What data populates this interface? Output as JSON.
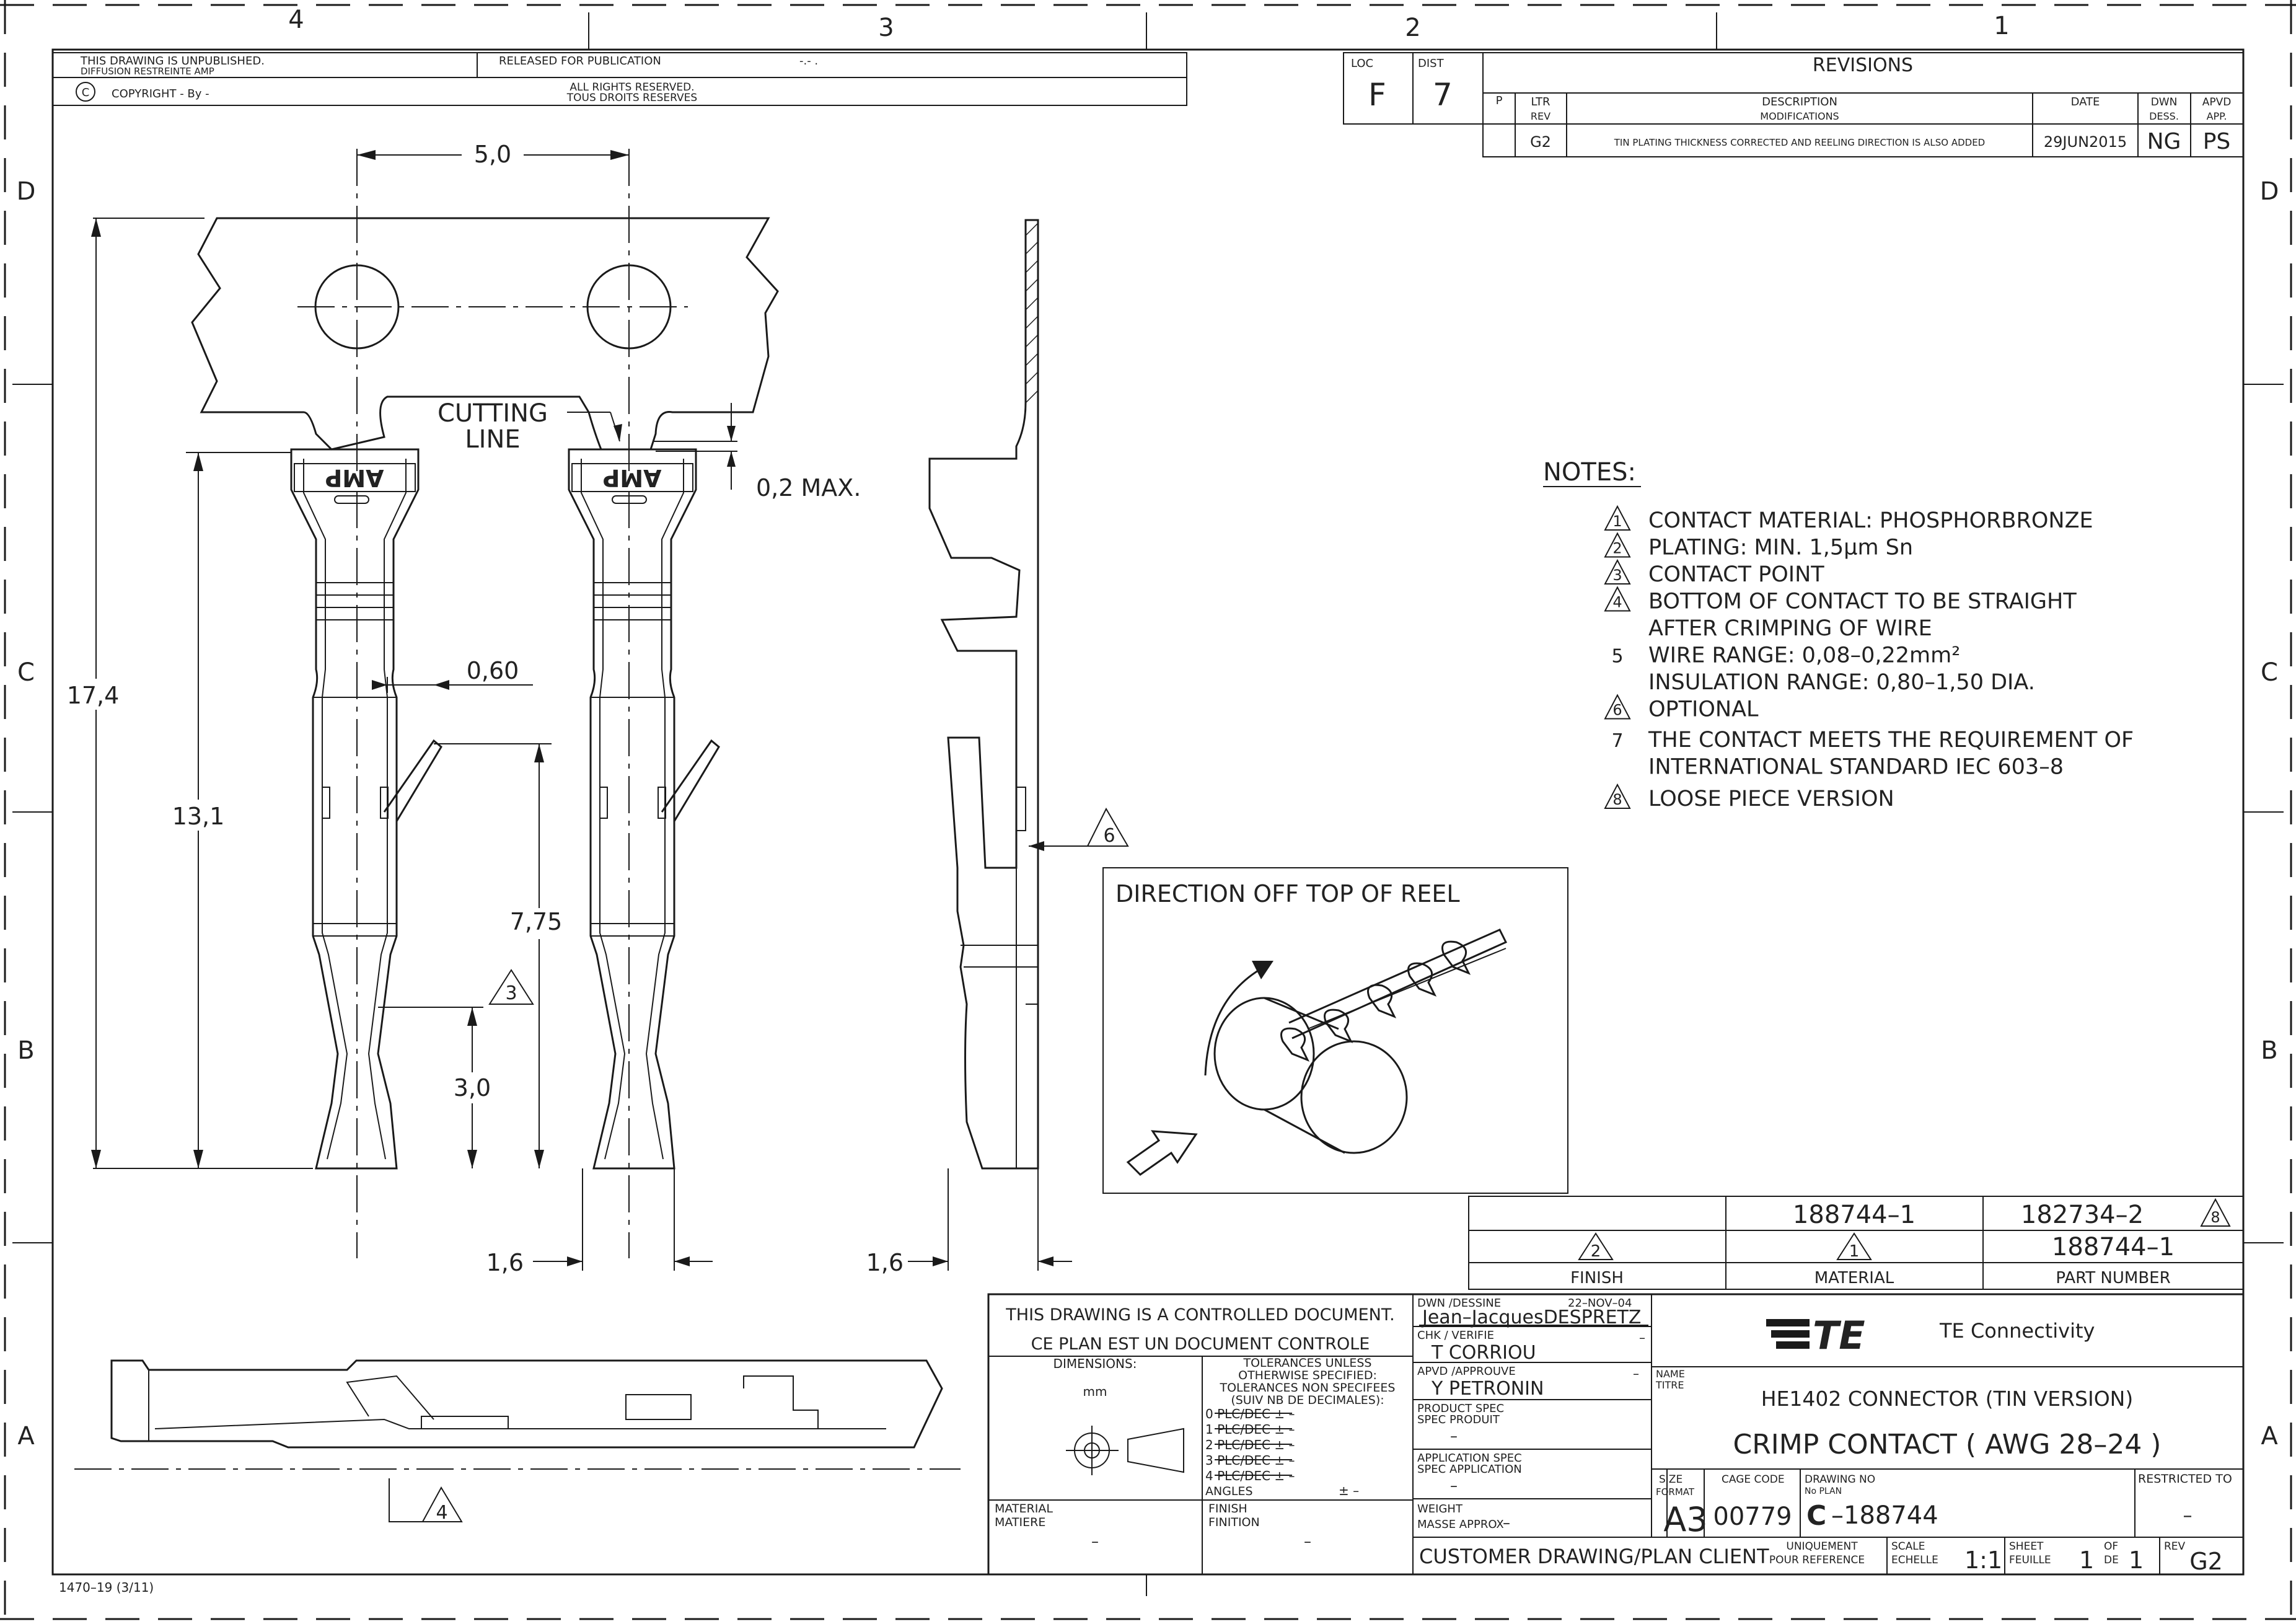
{
  "zones": {
    "columns": [
      "4",
      "3",
      "2",
      "1"
    ],
    "rows": [
      "D",
      "C",
      "B",
      "A"
    ]
  },
  "header": {
    "unpublished": "THIS DRAWING IS UNPUBLISHED.",
    "diffusion": "DIFFUSION RESTREINTE AMP",
    "released": "RELEASED FOR PUBLICATION",
    "released_value": "-.-  .",
    "copyright_symbol": "C",
    "copyright": "COPYRIGHT  -    By -",
    "rights_1": "ALL RIGHTS RESERVED.",
    "rights_2": "TOUS DROITS RESERVES",
    "loc_label": "LOC",
    "loc_value": "F",
    "dist_label": "DIST",
    "dist_value": "7"
  },
  "revisions": {
    "title": "REVISIONS",
    "p": "P",
    "ltr": "LTR",
    "rev": "REV",
    "desc_1": "DESCRIPTION",
    "desc_2": "MODIFICATIONS",
    "date": "DATE",
    "dwn_1": "DWN",
    "dwn_2": "DESS.",
    "apvd_1": "APVD",
    "apvd_2": "APP.",
    "row": {
      "ltr": "G2",
      "description": "TIN PLATING THICKNESS CORRECTED AND REELING DIRECTION IS ALSO ADDED",
      "date": "29JUN2015",
      "dwn": "NG",
      "apvd": "PS"
    }
  },
  "dimensions": {
    "top_width": "5,0",
    "cutting_line_1": "CUTTING",
    "cutting_line_2": "LINE",
    "max": "0,2  MAX.",
    "overall_length": "17,4",
    "contact_length": "13,1",
    "slot": "0,60",
    "lance": "7,75",
    "contact_point": "3,0",
    "left_pitch": "1,6",
    "side_pitch": "1,6",
    "note_3": "3",
    "note_4": "4",
    "note_6": "6",
    "stamp": "AMP"
  },
  "reel": {
    "title": "DIRECTION OFF TOP OF REEL"
  },
  "notes": {
    "title": "NOTES:",
    "items": [
      {
        "num": "1",
        "tri": true,
        "text": "CONTACT  MATERIAL:  PHOSPHORBRONZE"
      },
      {
        "num": "2",
        "tri": true,
        "text": "PLATING:  MIN.   1,5μm  Sn"
      },
      {
        "num": "3",
        "tri": true,
        "text": "CONTACT  POINT"
      },
      {
        "num": "4",
        "tri": true,
        "text": "BOTTOM  OF  CONTACT  TO  BE  STRAIGHT"
      },
      {
        "num": "",
        "tri": false,
        "text": "AFTER  CRIMPING  OF  WIRE"
      },
      {
        "num": "5",
        "tri": false,
        "text": "WIRE  RANGE:  0,08–0,22mm²"
      },
      {
        "num": "",
        "tri": false,
        "text": "INSULATION  RANGE:  0,80–1,50  DIA."
      },
      {
        "num": "6",
        "tri": true,
        "text": "OPTIONAL"
      },
      {
        "num": "7",
        "tri": false,
        "text": "THE  CONTACT  MEETS  THE  REQUIREMENT  OF"
      },
      {
        "num": "",
        "tri": false,
        "text": "INTERNATIONAL  STANDARD  IEC  603–8"
      },
      {
        "num": "8",
        "tri": true,
        "text": "LOOSE  PIECE  VERSION"
      }
    ]
  },
  "part_table": {
    "col_a": "188744–1",
    "col_b": "182734–2",
    "col_b_note": "8",
    "row2_part": "188744–1",
    "finish_tri": "2",
    "material_tri": "1",
    "finish": "FINISH",
    "material": "MATERIAL",
    "part_number": "PART  NUMBER"
  },
  "title_block": {
    "controlled_1": "THIS  DRAWING  IS  A  CONTROLLED  DOCUMENT.",
    "controlled_2": "CE  PLAN  EST  UN  DOCUMENT  CONTROLE",
    "dimensions_label": "DIMENSIONS:",
    "units": "mm",
    "tol_1": "TOLERANCES  UNLESS",
    "tol_2": "OTHERWISE  SPECIFIED:",
    "tol_3": "TOLERANCES NON SPECIFEES",
    "tol_4": "(SUIV NB DE DECIMALES):",
    "plc_0": "0 PLC/DEC ± –",
    "plc_1": "1 PLC/DEC ± –",
    "plc_2": "2 PLC/DEC ± –",
    "plc_3": "3 PLC/DEC ± –",
    "plc_4": "4 PLC/DEC ± –",
    "angles": "ANGLES",
    "angles_val": "± –",
    "material_1": "MATERIAL",
    "material_2": "MATIERE",
    "material_val": "–",
    "finish_1": "FINISH",
    "finish_2": "FINITION",
    "finish_val": "–",
    "dwn_label": "DWN /DESSINE",
    "dwn_date": "22–NOV–04",
    "dwn_name": "Jean–JacquesDESPRETZ",
    "chk_label": "CHK / VERIFIE",
    "chk_name": "T  CORRIOU",
    "chk_val": "–",
    "apvd_label": "APVD /APPROUVE",
    "apvd_name": "Y  PETRONIN",
    "apvd_val": "–",
    "prod_1": "PRODUCT  SPEC",
    "prod_2": "SPEC  PRODUIT",
    "prod_val": "–",
    "app_1": "APPLICATION  SPEC",
    "app_2": "SPEC  APPLICATION",
    "app_val": "–",
    "weight_1": "WEIGHT",
    "weight_2": "MASSE  APPROX",
    "weight_val": "–",
    "logo": "TE",
    "company": "TE  Connectivity",
    "name_1": "NAME",
    "name_2": "TITRE",
    "title_1": "HE1402  CONNECTOR  (TIN  VERSION)",
    "title_2": "CRIMP  CONTACT  (  AWG  28–24  )",
    "size_1": "SIZE",
    "size_2": "FORMAT",
    "size_val": "A3",
    "cage_label": "CAGE  CODE",
    "cage_val": "00779",
    "drawing_no_1": "DRAWING  NO",
    "drawing_no_2": "No  PLAN",
    "drawing_prefix": "C",
    "drawing_no": "–188744",
    "restricted": "RESTRICTED  TO",
    "restricted_val": "–",
    "customer": "CUSTOMER  DRAWING/PLAN  CLIENT",
    "uniquement_1": "UNIQUEMENT",
    "uniquement_2": "POUR REFERENCE",
    "scale_1": "SCALE",
    "scale_2": "ECHELLE",
    "scale_val": "1:1",
    "sheet_1": "SHEET",
    "sheet_2": "FEUILLE",
    "sheet_val": "1",
    "of_1": "OF",
    "of_2": "DE",
    "of_val": "1",
    "rev_label": "REV",
    "rev_val": "G2"
  },
  "form_number": "1470–19  (3/11)"
}
